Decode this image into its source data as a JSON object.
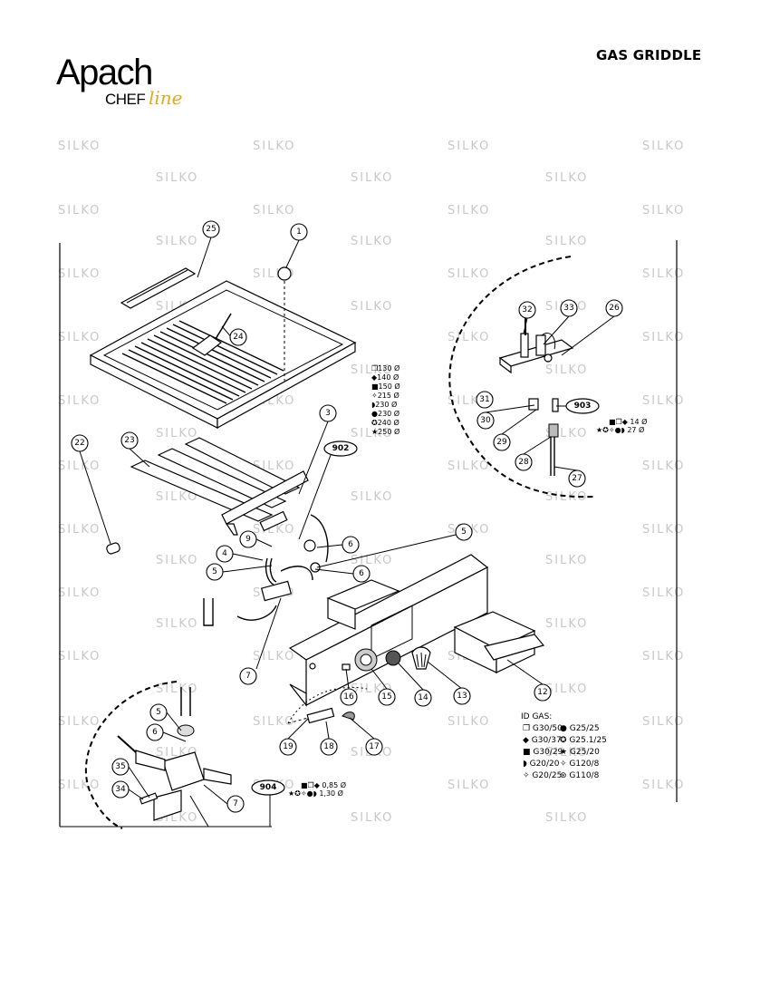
{
  "logo": {
    "brand": "Apach",
    "sub": "CHEF",
    "script": "line"
  },
  "title": "GAS GRIDDLE",
  "watermark": "SILKO",
  "callouts": [
    {
      "n": "25"
    },
    {
      "n": "1"
    },
    {
      "n": "24"
    },
    {
      "n": "3"
    },
    {
      "n": "22"
    },
    {
      "n": "23"
    },
    {
      "n": "9"
    },
    {
      "n": "6"
    },
    {
      "n": "4"
    },
    {
      "n": "5"
    },
    {
      "n": "6"
    },
    {
      "n": "5"
    },
    {
      "n": "7"
    },
    {
      "n": "16"
    },
    {
      "n": "15"
    },
    {
      "n": "14"
    },
    {
      "n": "13"
    },
    {
      "n": "12"
    },
    {
      "n": "19"
    },
    {
      "n": "18"
    },
    {
      "n": "17"
    },
    {
      "n": "32"
    },
    {
      "n": "33"
    },
    {
      "n": "26"
    },
    {
      "n": "31"
    },
    {
      "n": "30"
    },
    {
      "n": "29"
    },
    {
      "n": "28"
    },
    {
      "n": "27"
    },
    {
      "n": "5"
    },
    {
      "n": "6"
    },
    {
      "n": "35"
    },
    {
      "n": "34"
    },
    {
      "n": "7"
    }
  ],
  "tags": [
    "902",
    "903",
    "904"
  ],
  "nozzle_legend": [
    {
      "sym": "❒",
      "text": "130 Ø"
    },
    {
      "sym": "◆",
      "text": "140 Ø"
    },
    {
      "sym": "■",
      "text": "150 Ø"
    },
    {
      "sym": "✧",
      "text": "215 Ø"
    },
    {
      "sym": "◗",
      "text": "230 Ø"
    },
    {
      "sym": "●",
      "text": "230 Ø"
    },
    {
      "sym": "✪",
      "text": "240 Ø"
    },
    {
      "sym": "★",
      "text": "250 Ø"
    }
  ],
  "pilot_legend": [
    {
      "sym": "■❒◆",
      "text": "14 Ø"
    },
    {
      "sym": "★✪✧●◗",
      "text": "27 Ø"
    }
  ],
  "valve_legend": [
    {
      "sym": "■❒◆",
      "text": "0,85 Ø"
    },
    {
      "sym": "★✪✧●◗",
      "text": "1,30 Ø"
    }
  ],
  "gas_id": {
    "title": "ID GAS:",
    "rows": [
      {
        "a": "❒ G30/50",
        "b": "● G25/25"
      },
      {
        "a": "◆ G30/37",
        "b": "✪ G25.1/25"
      },
      {
        "a": "■ G30/29",
        "b": "★ G25/20"
      },
      {
        "a": "◗ G20/20",
        "b": "✧ G120/8"
      },
      {
        "a": "✧ G20/25",
        "b": "⊛ G110/8"
      }
    ]
  }
}
